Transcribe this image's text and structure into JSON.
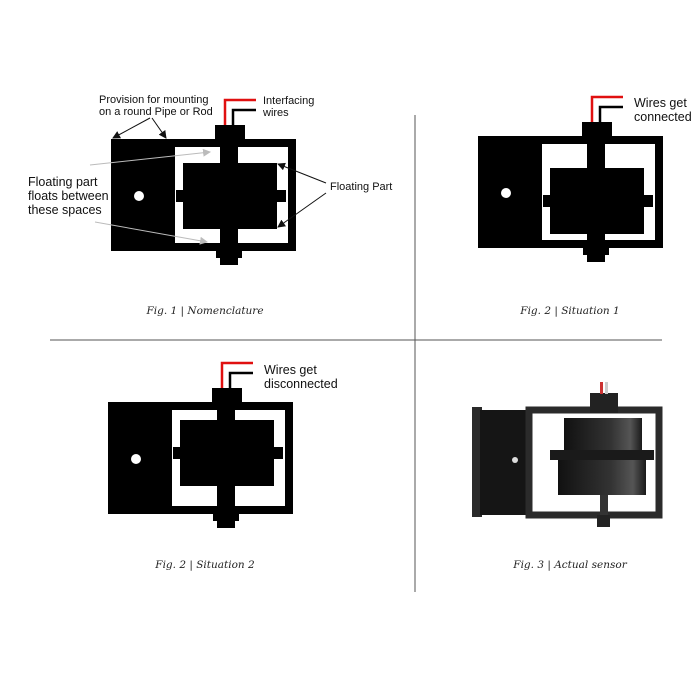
{
  "figures": [
    {
      "caption": "Fig. 1 | Nomenclature",
      "labels": {
        "mounting": "Provision for mounting on a round Pipe or Rod",
        "wires": "Interfacing wires",
        "floats": "Floating part floats between these spaces",
        "floating_part": "Floating Part"
      }
    },
    {
      "caption": "Fig. 2 | Situation 1",
      "labels": {
        "wires": "Wires get connected"
      }
    },
    {
      "caption": "Fig. 2 | Situation 2",
      "labels": {
        "wires": "Wires get disconnected"
      }
    },
    {
      "caption": "Fig. 3 | Actual sensor"
    }
  ],
  "colors": {
    "wire_red": "#e01010",
    "wire_black": "#000000",
    "body": "#000000"
  }
}
